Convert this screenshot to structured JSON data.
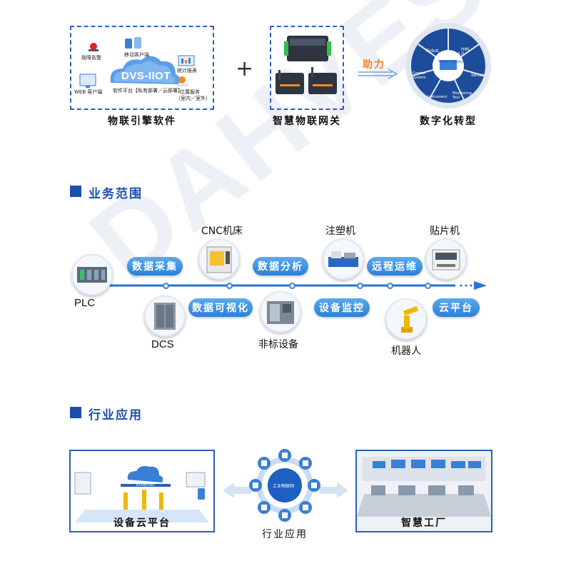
{
  "watermark": "DAHVESS",
  "top": {
    "software": {
      "caption": "物联引擎软件",
      "logo": "DVS-IIOT",
      "logo_sub": "软件平台【私有部署／云部署】",
      "labels": {
        "fault_alarm": "故障告警",
        "mobile_client": "移动客户端",
        "stats_report": "统计报表",
        "web_client": "WEB 客户端",
        "location": "位置服务",
        "location_sub": "（室内／室外）"
      }
    },
    "plus": "+",
    "gateway": {
      "caption": "智慧物联网关"
    },
    "arrow_label": "助力",
    "digital": {
      "caption": "数字化转型",
      "segments": [
        "Robot",
        "Industry 4.0",
        "HMI",
        "Sensor",
        "Monitoring Tool",
        "Instrument",
        "Control System"
      ],
      "center": "Smart Factory"
    }
  },
  "business": {
    "title": "业务范围",
    "pills": [
      "数据采集",
      "数据可视化",
      "数据分析",
      "设备监控",
      "远程运维",
      "云平台"
    ],
    "nodes": {
      "plc": "PLC",
      "dcs": "DCS",
      "cnc": "CNC机床",
      "nonstd": "非标设备",
      "injection": "注塑机",
      "robot": "机器人",
      "smt": "贴片机"
    }
  },
  "industry": {
    "title": "行业应用",
    "left_caption": "设备云平台",
    "center_caption": "行业应用",
    "right_caption": "智慧工厂",
    "hub_label": "工业物联网",
    "ethernet_label": "Ethernet"
  },
  "colors": {
    "brand_blue": "#1b4fae",
    "pill_blue": "#2b7fd9",
    "orange": "#f08a24"
  }
}
